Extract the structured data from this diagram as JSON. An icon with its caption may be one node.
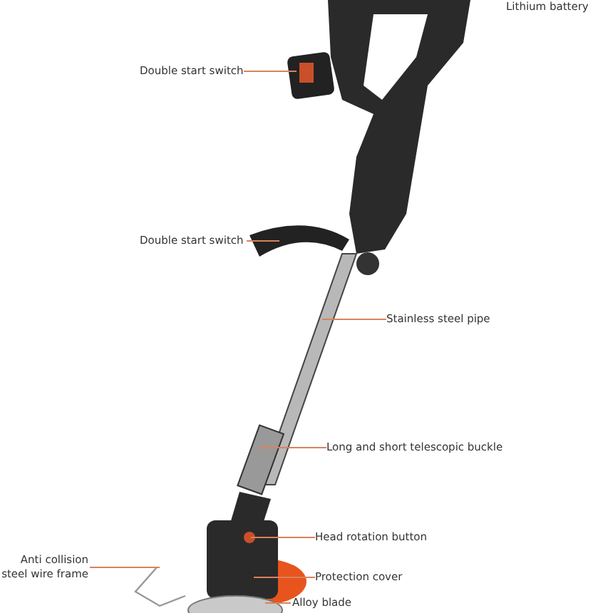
{
  "diagram": {
    "nodes": [
      {
        "text": [
          "Lithium battery"
        ]
      },
      {
        "text": [
          "Double start switch"
        ]
      },
      {
        "text": [
          "Double start switch"
        ]
      },
      {
        "text": [
          "Stainless steel pipe"
        ]
      },
      {
        "text": [
          "Long and short telescopic buckle"
        ]
      },
      {
        "text": [
          "Head rotation button"
        ]
      },
      {
        "text": [
          "Anti collision steel wire frame"
        ]
      },
      {
        "text": [
          "Protection cover"
        ]
      },
      {
        "text": [
          "Alloy blade"
        ]
      }
    ],
    "edges": [
      {
        "from": 1,
        "to": null,
        "arrow": "none"
      },
      {
        "from": 2,
        "to": null,
        "arrow": "none"
      },
      {
        "from": 3,
        "to": null,
        "arrow": "none"
      },
      {
        "from": 4,
        "to": null,
        "arrow": "none"
      },
      {
        "from": 5,
        "to": null,
        "arrow": "none"
      },
      {
        "from": 6,
        "to": null,
        "arrow": "none"
      },
      {
        "from": 7,
        "to": null,
        "arrow": "none"
      },
      {
        "from": 8,
        "to": null,
        "arrow": "none"
      }
    ]
  }
}
